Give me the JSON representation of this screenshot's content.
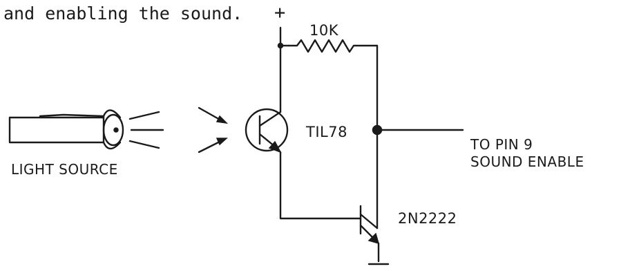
{
  "caption": "and enabling the sound.",
  "supply_symbol": "+",
  "labels": {
    "resistor": "10K",
    "phototransistor": "TIL78",
    "transistor": "2N2222",
    "output_line1": "TO PIN 9",
    "output_line2": "SOUND ENABLE",
    "light_source": "LIGHT SOURCE"
  }
}
